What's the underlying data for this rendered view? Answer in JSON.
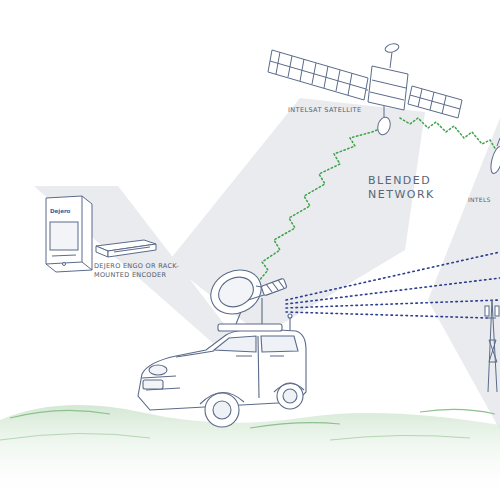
{
  "diagram": {
    "labels": [
      "INTELSAT SATELLITE",
      "BLENDED NETWORK",
      "INTELS",
      "DEJERO ENGO OR RACK-MOUNTED ENCODER",
      "Dejero"
    ]
  }
}
